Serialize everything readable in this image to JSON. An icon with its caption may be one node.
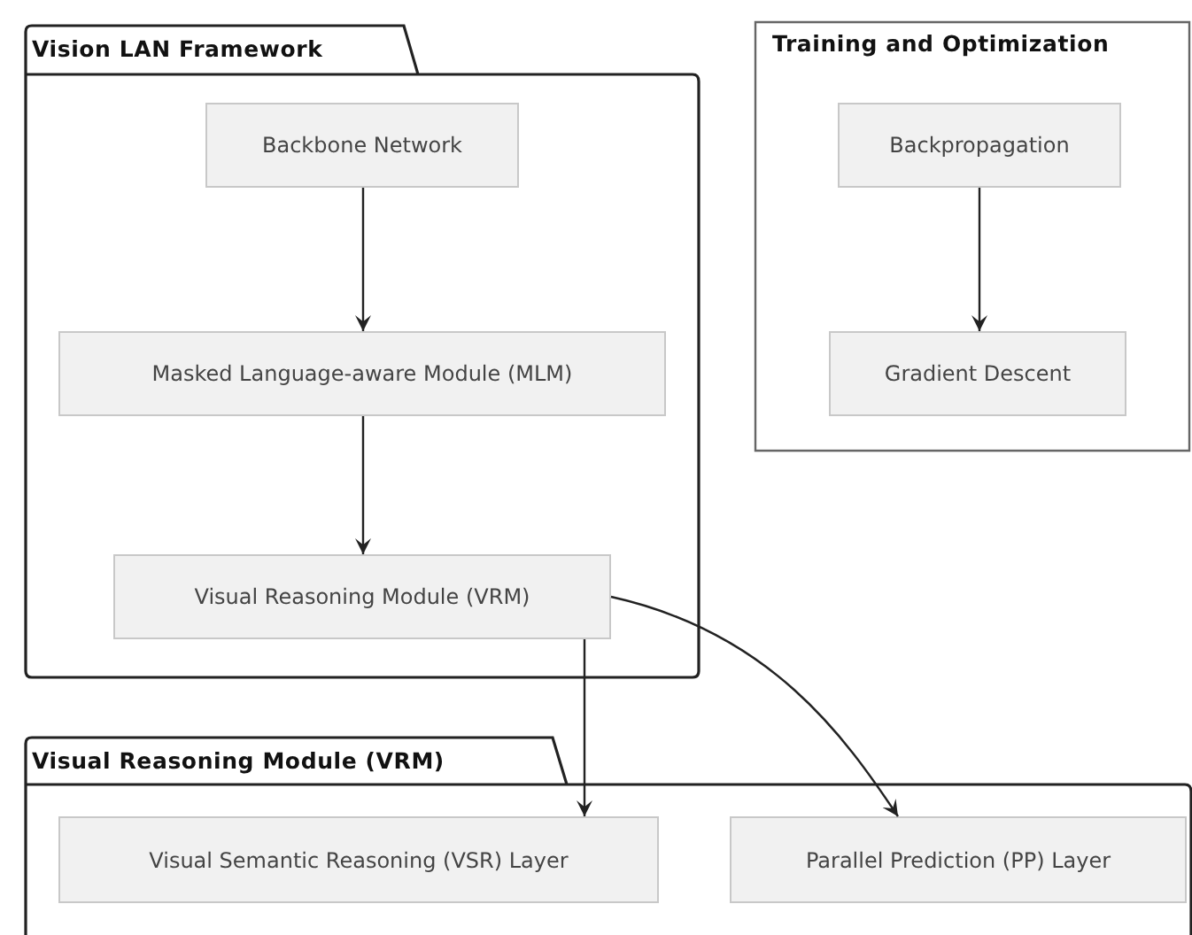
{
  "diagram": {
    "nodes": [
      {
        "text": [
          "Vision LAN Framework"
        ]
      },
      {
        "text": [
          "Backbone Network"
        ],
        "in": 0
      },
      {
        "text": [
          "Masked Language-aware Module (MLM)"
        ],
        "in": 0
      },
      {
        "text": [
          "Visual Reasoning Module (VRM)"
        ],
        "in": 0
      },
      {
        "text": [
          "Training and Optimization"
        ]
      },
      {
        "text": [
          "Backpropagation"
        ],
        "in": 4
      },
      {
        "text": [
          "Gradient Descent"
        ],
        "in": 4
      },
      {
        "text": [
          "Visual Reasoning Module (VRM)"
        ]
      },
      {
        "text": [
          "Visual Semantic Reasoning (VSR) Layer"
        ],
        "in": 7
      },
      {
        "text": [
          "Parallel Prediction (PP) Layer"
        ],
        "in": 7
      }
    ],
    "edges": [
      {
        "from": 1,
        "to": 2,
        "arrow": "to"
      },
      {
        "from": 2,
        "to": 3,
        "arrow": "to"
      },
      {
        "from": 5,
        "to": 6,
        "arrow": "to"
      },
      {
        "from": 3,
        "to": 8,
        "arrow": "to"
      },
      {
        "from": 3,
        "to": 9,
        "arrow": "to"
      }
    ]
  }
}
